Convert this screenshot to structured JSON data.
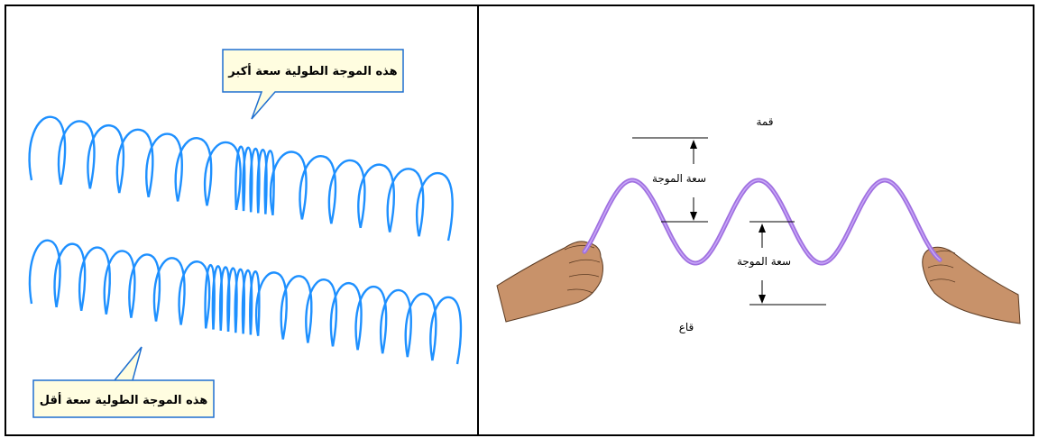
{
  "left": {
    "callout_top": "هذه الموجة الطولية سعة أكبر",
    "callout_bottom": "هذه الموجة الطولية سعة أقل",
    "spring_color": "#1e90ff",
    "callout_bg": "#fffde0"
  },
  "right": {
    "crest_label": "قمة",
    "trough_label": "قاع",
    "amplitude_label_1": "سعة الموجة",
    "amplitude_label_2": "سعة الموجة",
    "wave_color": "#a070e0"
  }
}
